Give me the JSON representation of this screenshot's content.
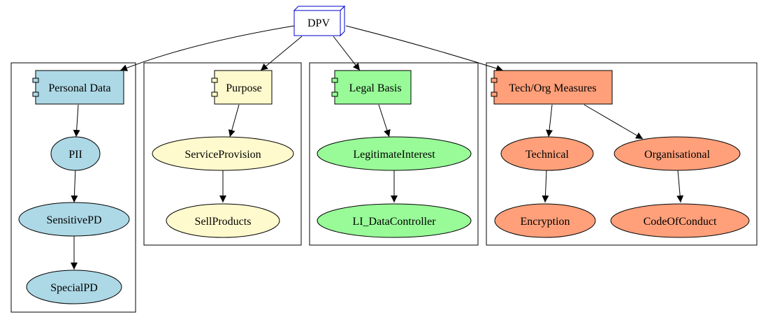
{
  "root": {
    "label": "DPV"
  },
  "clusters": {
    "personal_data": {
      "head": {
        "label": "Personal Data",
        "fill": "#add8e6"
      },
      "nodes": [
        {
          "label": "PII",
          "fill": "#add8e6"
        },
        {
          "label": "SensitivePD",
          "fill": "#add8e6"
        },
        {
          "label": "SpecialPD",
          "fill": "#add8e6"
        }
      ]
    },
    "purpose": {
      "head": {
        "label": "Purpose",
        "fill": "#fffacd"
      },
      "nodes": [
        {
          "label": "ServiceProvision",
          "fill": "#fffacd"
        },
        {
          "label": "SellProducts",
          "fill": "#fffacd"
        }
      ]
    },
    "legal_basis": {
      "head": {
        "label": "Legal Basis",
        "fill": "#98fb98"
      },
      "nodes": [
        {
          "label": "LegitimateInterest",
          "fill": "#98fb98"
        },
        {
          "label": "LI_DataController",
          "fill": "#98fb98"
        }
      ]
    },
    "tech_org": {
      "head": {
        "label": "Tech/Org Measures",
        "fill": "#ffa07a"
      },
      "nodes": [
        {
          "label": "Technical",
          "fill": "#ffa07a"
        },
        {
          "label": "Organisational",
          "fill": "#ffa07a"
        },
        {
          "label": "Encryption",
          "fill": "#ffa07a"
        },
        {
          "label": "CodeOfConduct",
          "fill": "#ffa07a"
        }
      ]
    }
  },
  "colors": {
    "root_stroke": "#0000cd",
    "line": "#000000"
  }
}
